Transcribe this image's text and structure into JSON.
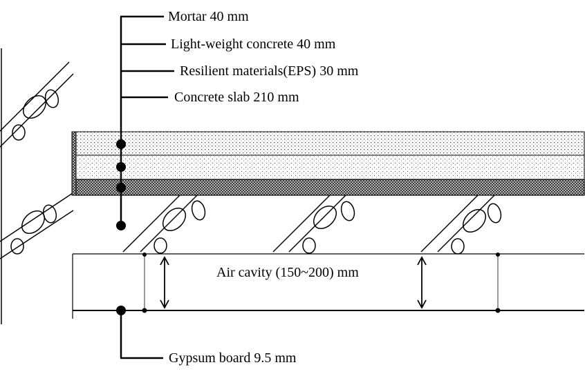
{
  "labels": {
    "mortar": "Mortar 40 mm",
    "lightweight": "Light-weight concrete 40 mm",
    "resilient": "Resilient materials(EPS) 30 mm",
    "slab": "Concrete slab 210 mm",
    "air_cavity": "Air cavity (150~200) mm",
    "gypsum": "Gypsum board 9.5 mm"
  },
  "colors": {
    "line": "#000000",
    "background": "#ffffff"
  }
}
